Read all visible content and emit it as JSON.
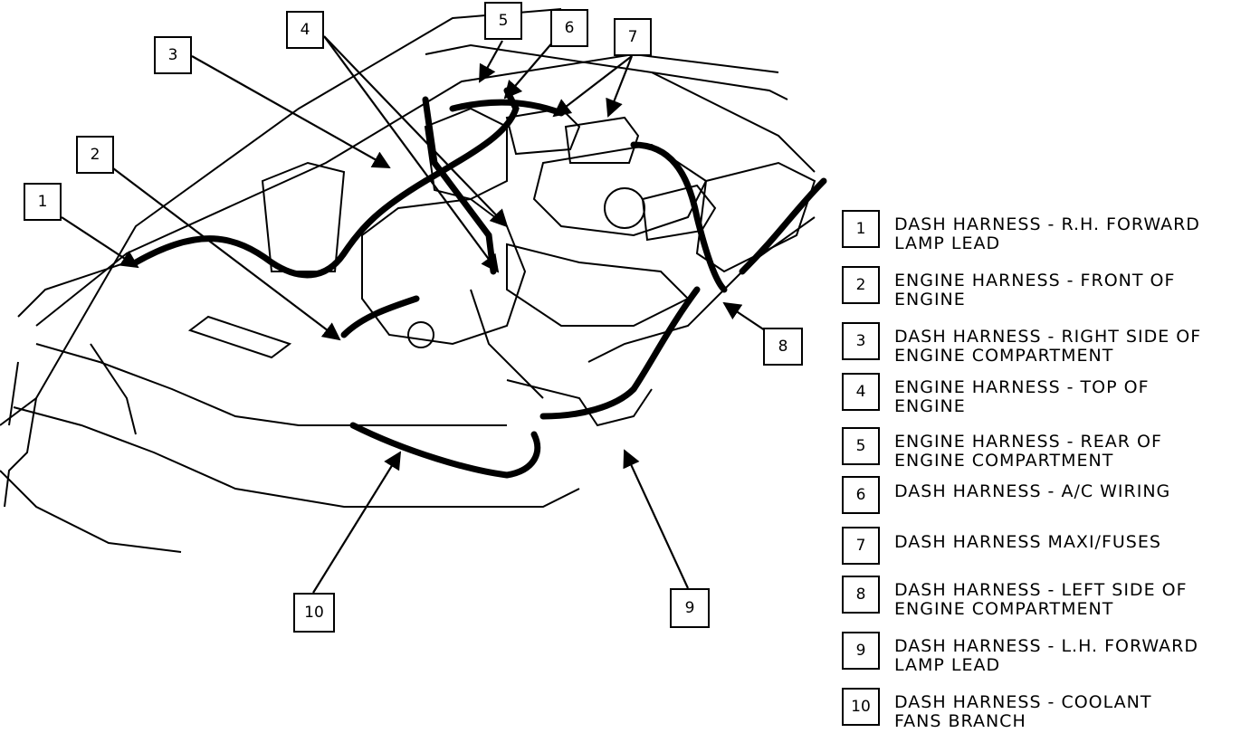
{
  "callouts": [
    {
      "id": "1",
      "label": "1"
    },
    {
      "id": "2",
      "label": "2"
    },
    {
      "id": "3",
      "label": "3"
    },
    {
      "id": "4",
      "label": "4"
    },
    {
      "id": "5",
      "label": "5"
    },
    {
      "id": "6",
      "label": "6"
    },
    {
      "id": "7",
      "label": "7"
    },
    {
      "id": "8",
      "label": "8"
    },
    {
      "id": "9",
      "label": "9"
    },
    {
      "id": "10",
      "label": "10"
    }
  ],
  "legend": [
    {
      "num": "1",
      "text": "DASH HARNESS - R.H. FORWARD\nLAMP LEAD"
    },
    {
      "num": "2",
      "text": "ENGINE HARNESS - FRONT OF\nENGINE"
    },
    {
      "num": "3",
      "text": "DASH HARNESS - RIGHT SIDE OF\nENGINE COMPARTMENT"
    },
    {
      "num": "4",
      "text": "ENGINE HARNESS - TOP OF\nENGINE"
    },
    {
      "num": "5",
      "text": "ENGINE HARNESS - REAR OF\nENGINE COMPARTMENT"
    },
    {
      "num": "6",
      "text": "DASH HARNESS - A/C WIRING"
    },
    {
      "num": "7",
      "text": "DASH HARNESS MAXI/FUSES"
    },
    {
      "num": "8",
      "text": "DASH HARNESS - LEFT SIDE OF\nENGINE COMPARTMENT"
    },
    {
      "num": "9",
      "text": "DASH HARNESS - L.H. FORWARD\nLAMP LEAD"
    },
    {
      "num": "10",
      "text": "DASH HARNESS - COOLANT\nFANS BRANCH"
    }
  ]
}
